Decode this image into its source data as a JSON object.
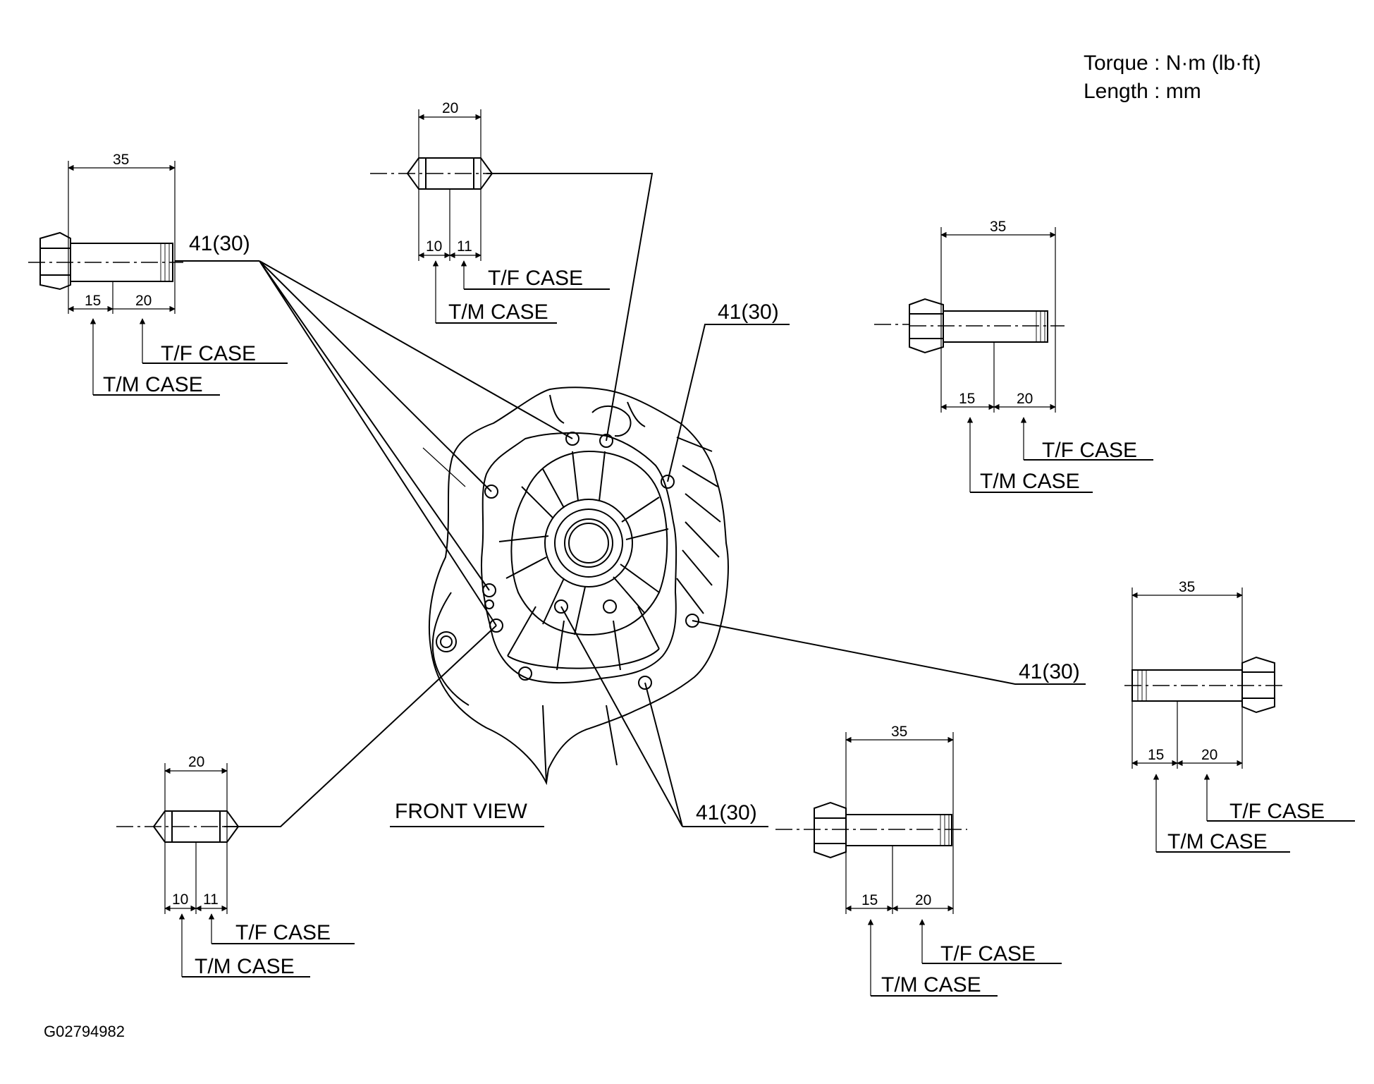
{
  "legend": {
    "torque": "Torque : N·m (lb·ft)",
    "length": "Length : mm"
  },
  "labels": {
    "torque_value": "41(30)",
    "tf_case": "T/F CASE",
    "tm_case": "T/M CASE",
    "front_view": "FRONT VIEW",
    "figure_id": "G02794982"
  },
  "bolt": {
    "overall": "35",
    "tm_len": "15",
    "tf_len": "20"
  },
  "pin": {
    "overall": "20",
    "tm_len": "10",
    "tf_len": "11"
  },
  "icon_names": [
    "flange-bolt-icon",
    "dowel-pin-icon",
    "transfer-case-front-view-icon"
  ]
}
